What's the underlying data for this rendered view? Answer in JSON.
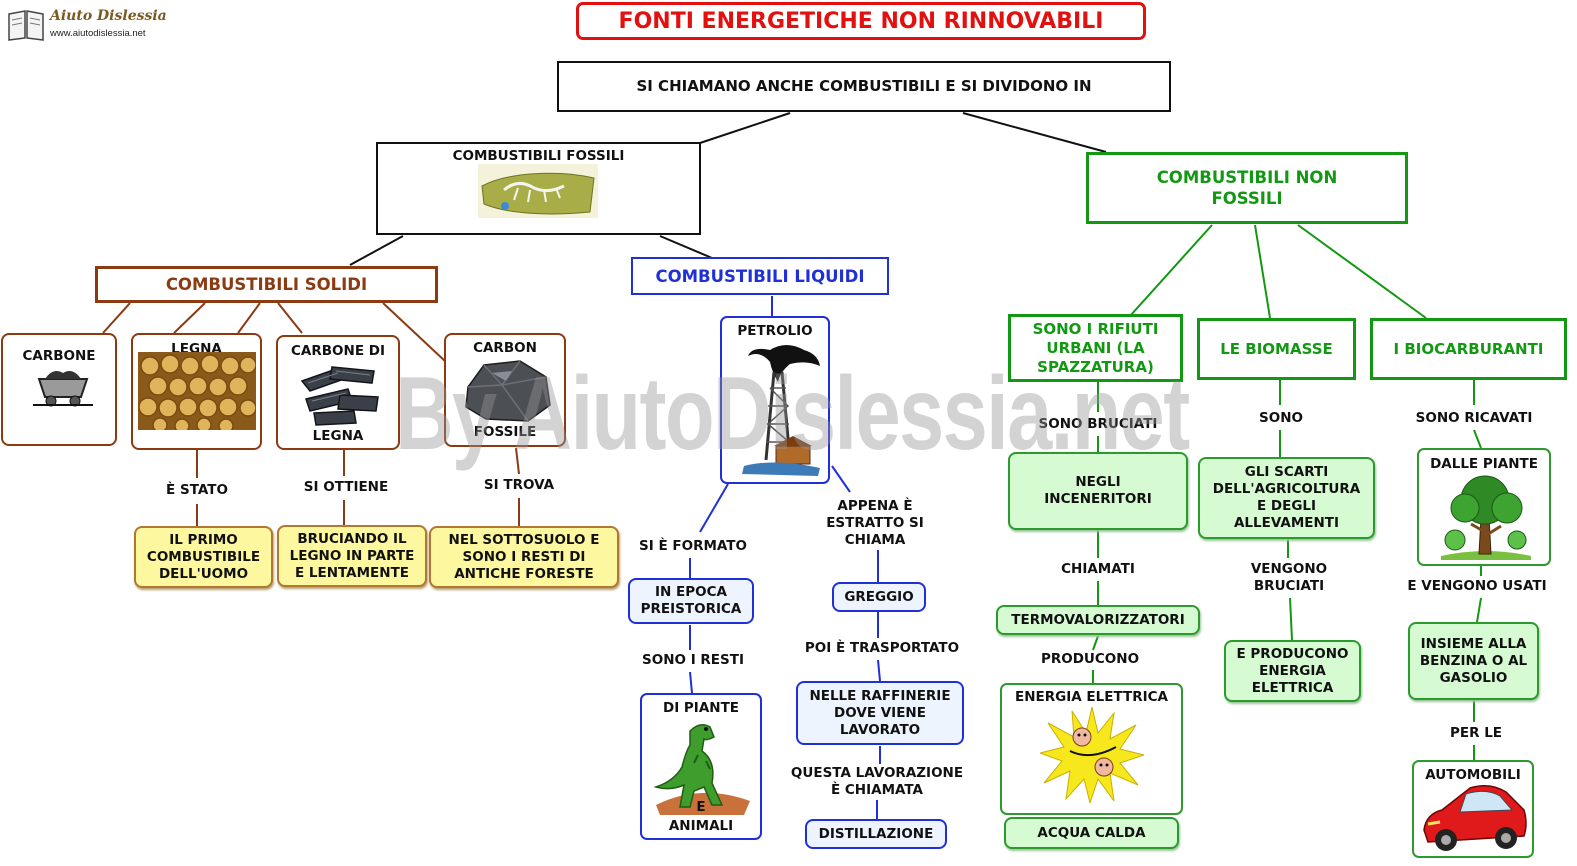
{
  "logo": {
    "name": "Aiuto Dislessia",
    "url": "www.aiutodislessia.net"
  },
  "title": "FONTI ENERGETICHE NON RINNOVABILI",
  "intro": "SI CHIAMANO ANCHE COMBUSTIBILI E SI DIVIDONO IN",
  "fossili": {
    "label": "COMBUSTIBILI FOSSILI"
  },
  "non_fossili": {
    "label": "COMBUSTIBILI NON FOSSILI"
  },
  "solidi": {
    "label": "COMBUSTIBILI SOLIDI",
    "carbone": "CARBONE",
    "legna": "LEGNA",
    "carbone_legna": {
      "top": "CARBONE DI",
      "bottom": "LEGNA"
    },
    "carbon_fossile": {
      "top": "CARBON",
      "bottom": "FOSSILE"
    },
    "link1": "È STATO",
    "link2": "SI OTTIENE",
    "link3": "SI TROVA",
    "desc1": "IL PRIMO COMBUSTIBILE DELL'UOMO",
    "desc2": "BRUCIANDO IL LEGNO IN PARTE E LENTAMENTE",
    "desc3": "NEL SOTTOSUOLO E SONO I RESTI DI ANTICHE FORESTE"
  },
  "liquidi": {
    "label": "COMBUSTIBILI LIQUIDI",
    "petrolio": "PETROLIO",
    "link_formato": "SI È FORMATO",
    "epoca": "IN EPOCA PREISTORICA",
    "link_resti": "SONO I RESTI",
    "piante": "DI PIANTE",
    "animali_e": "E",
    "animali": "ANIMALI",
    "link_estratto": "APPENA È ESTRATTO SI CHIAMA",
    "greggio": "GREGGIO",
    "link_trasportato": "POI È TRASPORTATO",
    "raffinerie": "NELLE RAFFINERIE DOVE VIENE LAVORATO",
    "link_lavorazione": "QUESTA LAVORAZIONE È CHIAMATA",
    "distillazione": "DISTILLAZIONE"
  },
  "rifiuti": {
    "label": "SONO I RIFIUTI URBANI (LA SPAZZATURA)",
    "link_bruciati": "SONO BRUCIATI",
    "inceneritori": "NEGLI INCENERITORI",
    "link_chiamati": "CHIAMATI",
    "termo": "TERMOVALORIZZATORI",
    "link_producono": "PRODUCONO",
    "energia": "ENERGIA ELETTRICA",
    "acqua": "ACQUA CALDA"
  },
  "biomasse": {
    "label": "LE BIOMASSE",
    "link_sono": "SONO",
    "scarti": "GLI SCARTI DELL'AGRICOLTURA E DEGLI ALLEVAMENTI",
    "link_bruciati": "VENGONO BRUCIATI",
    "producono": "E PRODUCONO ENERGIA ELETTRICA"
  },
  "biocarburanti": {
    "label": "I BIOCARBURANTI",
    "link_ricavati": "SONO RICAVATI",
    "piante": "DALLE PIANTE",
    "link_usati": "E VENGONO USATI",
    "insieme": "INSIEME ALLA BENZINA O AL GASOLIO",
    "link_per": "PER LE",
    "automobili": "AUTOMOBILI"
  },
  "watermark": "By AiutoDislessia.net",
  "colors": {
    "black": "#111111",
    "brown": "#8b3a12",
    "blue": "#2030d8",
    "green": "#129812",
    "title_red": "#e31010",
    "yellow_fill": "#fdf7a0",
    "light_green_fill": "#d6fbd2",
    "light_blue_fill": "#eef4fd"
  }
}
